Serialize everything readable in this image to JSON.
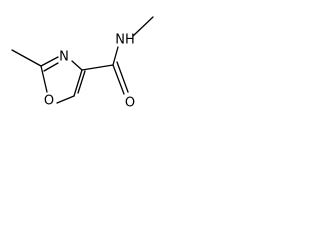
{
  "molecule": {
    "atoms": {
      "nitrogen_ring": "N",
      "oxygen_ring": "O",
      "nitrogen_amide": "NH",
      "oxygen_carbonyl": "O"
    }
  },
  "colors": {
    "bond": "#000000",
    "background": "#ffffff"
  }
}
